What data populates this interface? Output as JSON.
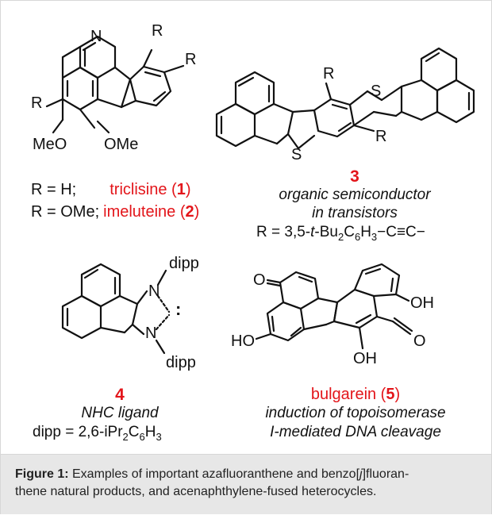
{
  "compound1_2": {
    "atoms": {
      "N": "N",
      "R1": "R",
      "R2": "R",
      "R3": "R",
      "MeO": "MeO",
      "OMe": "OMe"
    },
    "line1_r": "R = H;",
    "line1_name": "triclisine (",
    "line1_num": "1",
    "line1_close": ")",
    "line2_r": "R = OMe;",
    "line2_name": "imeluteine (",
    "line2_num": "2",
    "line2_close": ")"
  },
  "compound3": {
    "atoms": {
      "S1": "S",
      "S2": "S",
      "R1": "R",
      "R2": "R"
    },
    "number": "3",
    "desc1": "organic semiconductor",
    "desc2": "in transistors",
    "rdef_a": "R = 3,5-",
    "rdef_t": "t",
    "rdef_b": "-Bu",
    "rdef_s1": "2",
    "rdef_c": "C",
    "rdef_s2": "6",
    "rdef_d": "H",
    "rdef_s3": "3",
    "rdef_e": "−C≡C−"
  },
  "compound4": {
    "atoms": {
      "N1": "N",
      "N2": "N",
      "dipp1": "dipp",
      "dipp2": "dipp",
      "carbene": ":"
    },
    "number": "4",
    "desc": "NHC ligand",
    "def_a": "dipp = 2,6-iPr",
    "def_s1": "2",
    "def_b": "C",
    "def_s2": "6",
    "def_c": "H",
    "def_s3": "3"
  },
  "compound5": {
    "atoms": {
      "O1": "O",
      "O2": "O",
      "OH1": "OH",
      "OH2": "OH",
      "HO": "HO"
    },
    "name": "bulgarein (",
    "number": "5",
    "close": ")",
    "desc1": "induction of topoisomerase",
    "desc2": "I-mediated DNA cleavage"
  },
  "caption": {
    "label": "Figure 1:",
    "text_a": " Examples of important azafluoranthene and benzo[",
    "text_j": "j",
    "text_b": "]fluoran-",
    "text_c": "thene natural products, and acenaphthylene-fused heterocycles."
  }
}
